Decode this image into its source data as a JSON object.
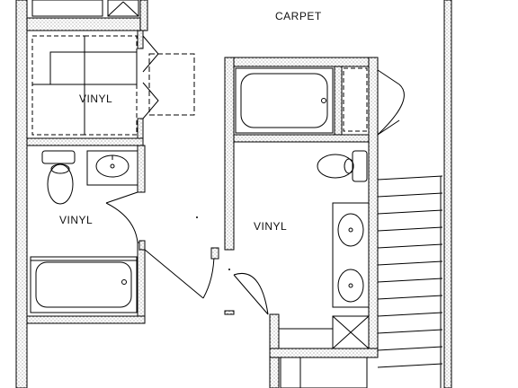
{
  "labels": {
    "carpet": "CARPET",
    "vinyl_laundry": "VINYL",
    "vinyl_bath_left": "VINYL",
    "vinyl_bath_center": "VINYL"
  }
}
